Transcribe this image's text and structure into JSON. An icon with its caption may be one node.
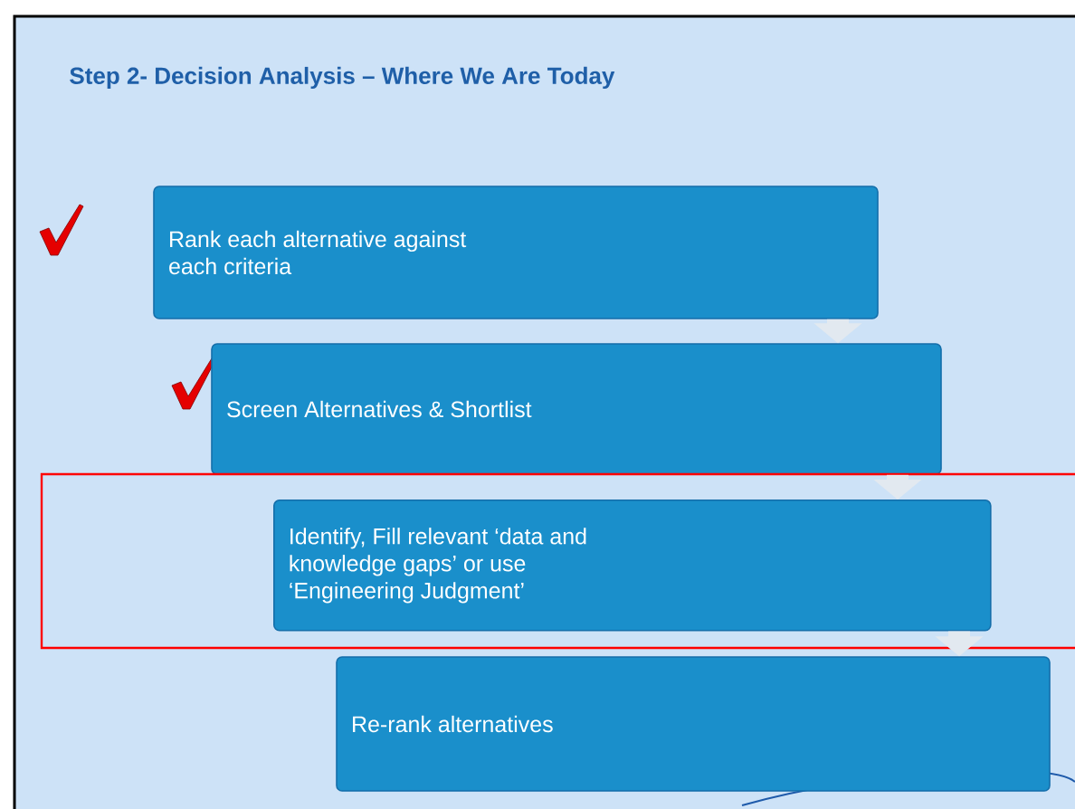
{
  "diagram": {
    "title": "Step 2- Decision Analysis – Where We Are Today",
    "nodes": [
      {
        "text": [
          "Rank each alternative against each criteria"
        ]
      },
      {
        "text": [
          "Screen Alternatives & Shortlist"
        ]
      },
      {
        "text": [],
        "shape": "box"
      },
      {
        "text": [
          "Identify, Fill relevant ‘data and knowledge gaps’ or use ‘Engineering Judgment’"
        ],
        "in": 2
      },
      {
        "text": [
          "Re-rank alternatives"
        ]
      }
    ],
    "edges": [
      {
        "from": 0,
        "to": 1,
        "arrow": "to"
      },
      {
        "from": 1,
        "to": 3,
        "arrow": "to"
      },
      {
        "from": 3,
        "to": 4,
        "arrow": "to"
      }
    ]
  }
}
